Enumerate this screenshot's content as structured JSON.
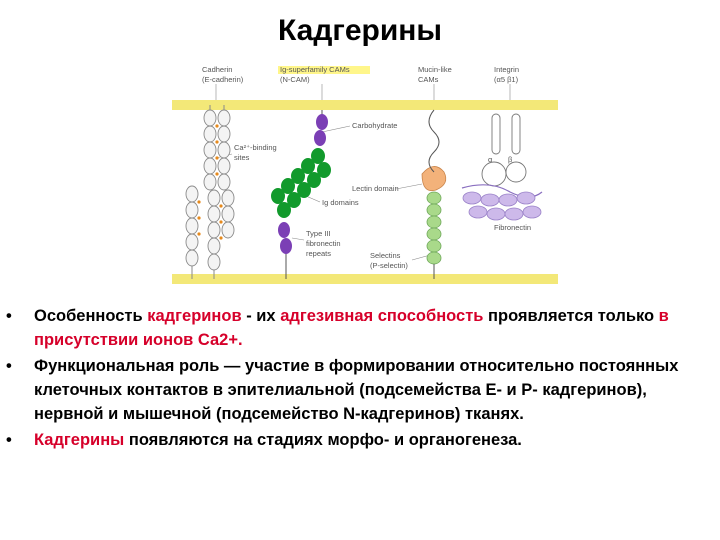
{
  "title": "Кадгерины",
  "colors": {
    "accent_red": "#d6002a",
    "membrane_yellow": "#f3e878",
    "cam_green": "#129a2c",
    "cam_purple": "#7b3fb5",
    "selectin_green": "#a9d98a",
    "integrin_lavender": "#cdb9ea",
    "cadherin_bead": "#f4f4f4",
    "calcium_orange": "#e58a1e"
  },
  "figure": {
    "labels": {
      "cadherin": "Cadherin",
      "cadherin_sub": "(E-cadherin)",
      "igsf": "Ig-superfamily CAMs",
      "igsf_sub": "(N-CAM)",
      "mucin": "Mucin-like",
      "mucin_sub": "CAMs",
      "integrin": "Integrin",
      "integrin_sub": "(α5 β1)",
      "carbohydrate": "Carbohydrate",
      "ca_binding": "Ca²⁺-binding",
      "ca_binding_sub": "sites",
      "lectin": "Lectin domain",
      "ig_domains": "Ig domains",
      "type3": "Type III",
      "type3_sub": "fibronectin",
      "type3_sub2": "repeats",
      "selectins": "Selectins",
      "selectins_sub": "(P-selectin)",
      "fibronectin": "Fibronectin",
      "alpha": "α",
      "beta": "β"
    }
  },
  "bullets": [
    {
      "segments": [
        {
          "text": "Особенность ",
          "red": false
        },
        {
          "text": "кадгеринов",
          "red": true
        },
        {
          "text": "  - их ",
          "red": false
        },
        {
          "text": "адгезивная способность",
          "red": true
        },
        {
          "text": " проявляется только ",
          "red": false
        },
        {
          "text": "в присутствии ионов Са2+.",
          "red": true
        }
      ]
    },
    {
      "segments": [
        {
          "text": "Функциональная роль — участие в формировании относительно постоянных клеточных контактов в эпителиальной (подсемейства Е- и Р- кадгеринов), нервной и мышечной (подсемейство N-кадгеринов) тканях.",
          "red": false
        }
      ]
    },
    {
      "segments": [
        {
          "text": "Кадгерины",
          "red": true
        },
        {
          "text": " появляются на стадиях морфо- и органогенеза.",
          "red": false
        }
      ]
    }
  ]
}
